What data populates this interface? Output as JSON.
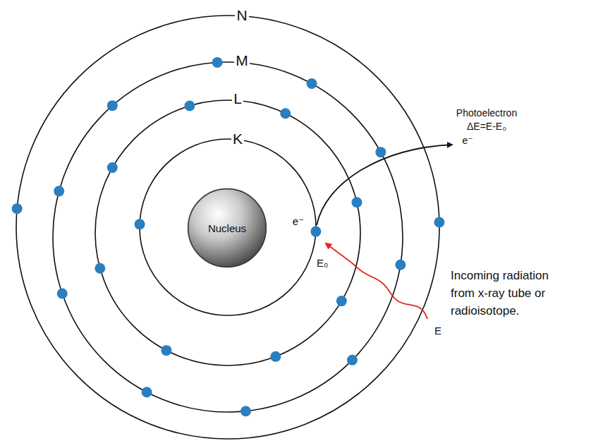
{
  "diagram": {
    "nodes": [
      {
        "text": [
          "Nucleus"
        ]
      }
    ],
    "labels": [
      "N",
      "M",
      "L",
      "K",
      "e⁻",
      "E₀",
      "Photoelectron",
      "ΔE=E-E₀",
      "e⁻",
      "E",
      "Incoming radiation from x-ray tube or radioisotope."
    ]
  }
}
